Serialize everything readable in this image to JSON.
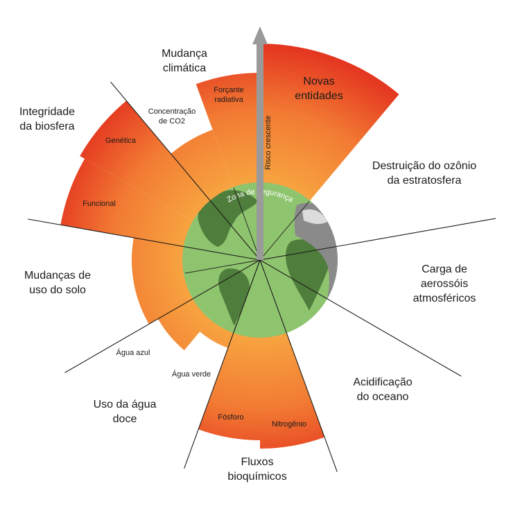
{
  "categories": {
    "climate": [
      "Mudança",
      "climática"
    ],
    "biosphere": [
      "Integridade",
      "da biosfera"
    ],
    "novel": [
      "Novas",
      "entidades"
    ],
    "ozone": [
      "Destruição do ozônio",
      "da estratosfera"
    ],
    "aerosol": [
      "Carga de",
      "aerossóis",
      "atmosféricos"
    ],
    "acid": [
      "Acidificação",
      "do oceano"
    ],
    "landuse": [
      "Mudanças de",
      "uso do solo"
    ],
    "freshwater": [
      "Uso da água",
      "doce"
    ],
    "biogeo": [
      "Fluxos",
      "bioquímicos"
    ]
  },
  "sublabels": {
    "co2": [
      "Concentração",
      "de CO2"
    ],
    "forcing": [
      "Forçante",
      "radiativa"
    ],
    "genetic": "Genética",
    "functional": "Funcional",
    "blue_water": "Água azul",
    "green_water": "Água verde",
    "phosphorus": "Fósforo",
    "nitrogen": "Nitrogênio"
  },
  "arrow_label": "Risco crescente",
  "safe_zone_label": "Zona de segurança",
  "colors": {
    "wedge_outer": "#e53624",
    "wedge_inner": "#f7a340",
    "safe_zone": "#8fc46f",
    "land": "#4f7d3b",
    "arrow": "#9a9a9a"
  }
}
